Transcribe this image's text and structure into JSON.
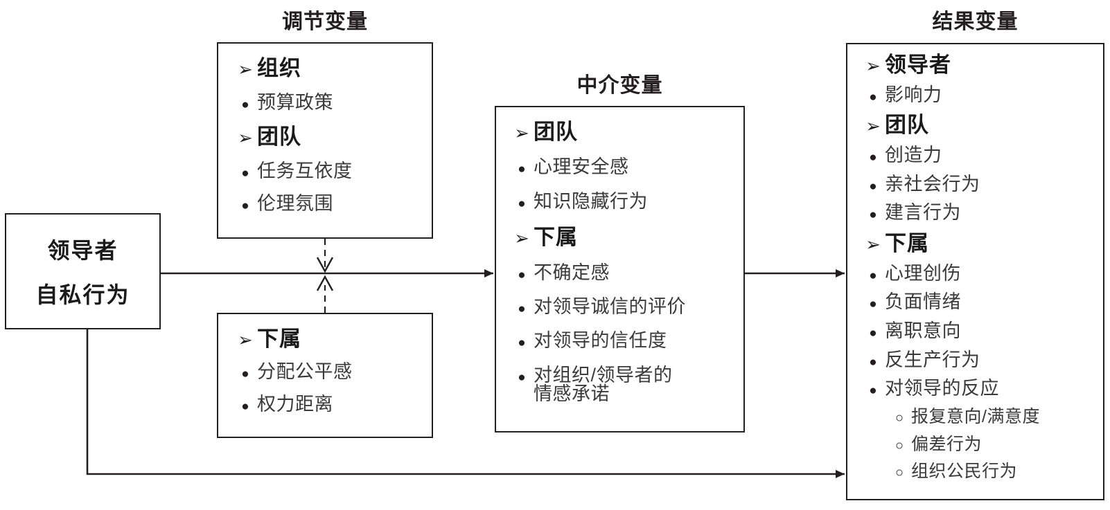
{
  "diagram": {
    "source": {
      "line1": "领导者",
      "line2": "自私行为"
    },
    "captions": {
      "moderator": "调节变量",
      "mediator": "中介变量",
      "outcome": "结果变量"
    },
    "moderator_top": {
      "items": [
        {
          "marker": "➢",
          "kind": "head",
          "text": "组织"
        },
        {
          "marker": "●",
          "kind": "bul",
          "text": "预算政策"
        },
        {
          "marker": "➢",
          "kind": "head",
          "text": "团队"
        },
        {
          "marker": "●",
          "kind": "bul",
          "text": "任务互依度"
        },
        {
          "marker": "●",
          "kind": "bul",
          "text": "伦理氛围"
        }
      ]
    },
    "moderator_bottom": {
      "items": [
        {
          "marker": "➢",
          "kind": "head",
          "text": "下属"
        },
        {
          "marker": "●",
          "kind": "bul",
          "text": "分配公平感"
        },
        {
          "marker": "●",
          "kind": "bul",
          "text": "权力距离"
        }
      ]
    },
    "mediator": {
      "items": [
        {
          "marker": "➢",
          "kind": "head",
          "text": "团队"
        },
        {
          "marker": "●",
          "kind": "bul",
          "text": "心理安全感"
        },
        {
          "marker": "●",
          "kind": "bul",
          "text": "知识隐藏行为"
        },
        {
          "marker": "➢",
          "kind": "head",
          "text": "下属"
        },
        {
          "marker": "●",
          "kind": "bul",
          "text": "不确定感"
        },
        {
          "marker": "●",
          "kind": "bul",
          "text": "对领导诚信的评价"
        },
        {
          "marker": "●",
          "kind": "bul",
          "text": "对领导的信任度"
        },
        {
          "marker": "●",
          "kind": "bul",
          "text": "对组织/领导者的\n情感承诺"
        }
      ]
    },
    "outcome": {
      "items": [
        {
          "marker": "➢",
          "kind": "head",
          "text": "领导者"
        },
        {
          "marker": "●",
          "kind": "bul",
          "text": "影响力"
        },
        {
          "marker": "➢",
          "kind": "head",
          "text": "团队"
        },
        {
          "marker": "●",
          "kind": "bul",
          "text": "创造力"
        },
        {
          "marker": "●",
          "kind": "bul",
          "text": "亲社会行为"
        },
        {
          "marker": "●",
          "kind": "bul",
          "text": "建言行为"
        },
        {
          "marker": "➢",
          "kind": "head",
          "text": "下属"
        },
        {
          "marker": "●",
          "kind": "bul",
          "text": "心理创伤"
        },
        {
          "marker": "●",
          "kind": "bul",
          "text": "负面情绪"
        },
        {
          "marker": "●",
          "kind": "bul",
          "text": "离职意向"
        },
        {
          "marker": "●",
          "kind": "bul",
          "text": "反生产行为"
        },
        {
          "marker": "●",
          "kind": "bul",
          "text": "对领导的反应"
        },
        {
          "marker": "○",
          "kind": "sub",
          "text": "报复意向/满意度"
        },
        {
          "marker": "○",
          "kind": "sub",
          "text": "偏差行为"
        },
        {
          "marker": "○",
          "kind": "sub",
          "text": "组织公民行为"
        }
      ]
    },
    "colors": {
      "stroke": "#231f20",
      "header_text": "#1a1a1a",
      "item_text": "#3a3a3a",
      "background": "#ffffff"
    }
  }
}
